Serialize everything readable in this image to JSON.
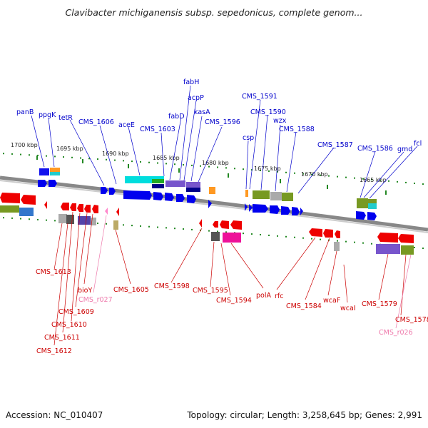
{
  "title": "Clavibacter michiganensis subsp. sepedonicus, complete genom...",
  "accession": "Accession: NC_010407",
  "topology": "Topology: circular; Length: 3,258,645 bp; Genes: 2,991",
  "colors": {
    "forward_gene": "#0000ee",
    "reverse_gene": "#ee0000",
    "rna_gene": "#ff88cc",
    "backbone": "#888888",
    "tick": "#228822"
  },
  "scale_labels": [
    "1700 kbp",
    "1695 kbp",
    "1690 kbp",
    "1685 kbp",
    "1680 kbp",
    "1675 kbp",
    "1670 kbp",
    "1665 kbp"
  ],
  "forward_labels": [
    "panB",
    "ppgK",
    "tetR",
    "CMS_1606",
    "aceE",
    "CMS_1603",
    "fabD",
    "fabH",
    "acpP",
    "kasA",
    "CMS_1596",
    "csp",
    "CMS_1591",
    "CMS_1590",
    "wzx",
    "CMS_1588",
    "CMS_1587",
    "CMS_1586",
    "gmd",
    "fcl"
  ],
  "reverse_labels": [
    "CMS_1613",
    "bioY",
    "CMS_1609",
    "CMS_1610",
    "CMS_1611",
    "CMS_1612",
    "CMS_1605",
    "CMS_1598",
    "CMS_1595",
    "CMS_1594",
    "polA",
    "rfc",
    "CMS_1584",
    "wcaF",
    "wcaI",
    "CMS_1579",
    "CMS_1578"
  ],
  "rna_labels": [
    "CMS_r027",
    "CMS_r026"
  ]
}
